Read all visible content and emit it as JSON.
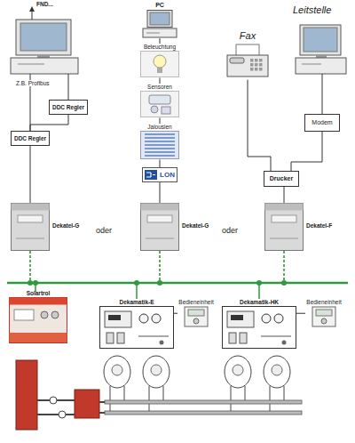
{
  "diagram": {
    "nodes": [
      {
        "text": [
          "DDC Regler"
        ]
      },
      {
        "text": [
          "DDC Regler"
        ]
      },
      {
        "text": [
          "PC"
        ]
      },
      {
        "text": [
          "Beleuchtung"
        ]
      },
      {
        "text": [
          "Sensoren"
        ]
      },
      {
        "text": [
          "Jalousien"
        ]
      },
      {
        "text": [
          "LON"
        ]
      },
      {
        "text": [
          "Fax"
        ]
      },
      {
        "text": [
          "Modem"
        ]
      },
      {
        "text": [
          "Drucker"
        ]
      },
      {
        "text": [
          "Dekatel-G"
        ]
      },
      {
        "text": [
          "Dekatel-G"
        ]
      },
      {
        "text": [
          "Dekatel-F"
        ]
      },
      {
        "text": [
          "Solartrol"
        ]
      },
      {
        "text": [
          "Dekamatik-E"
        ]
      },
      {
        "text": [
          "Bedieneinheit"
        ]
      },
      {
        "text": [
          "Dekamatik-HK"
        ]
      },
      {
        "text": [
          "Bedieneinheit"
        ]
      }
    ],
    "edges": [
      {
        "from": 0,
        "to": 1,
        "arrow": "none"
      },
      {
        "from": 1,
        "to": 10,
        "arrow": "none"
      },
      {
        "from": 2,
        "to": 3,
        "arrow": "none"
      },
      {
        "from": 3,
        "to": 4,
        "arrow": "none"
      },
      {
        "from": 4,
        "to": 5,
        "arrow": "none"
      },
      {
        "from": 5,
        "to": 6,
        "arrow": "none"
      },
      {
        "from": 6,
        "to": 11,
        "arrow": "none"
      },
      {
        "from": 7,
        "to": 9,
        "arrow": "none"
      },
      {
        "from": 8,
        "to": 9,
        "arrow": "none"
      },
      {
        "from": 9,
        "to": 12,
        "arrow": "none"
      },
      {
        "from": 14,
        "to": 15,
        "arrow": "none"
      },
      {
        "from": 16,
        "to": 17,
        "arrow": "none"
      }
    ],
    "labels": [
      "FND...",
      "Z.B. Profibus",
      "Leitstelle",
      "oder",
      "oder"
    ]
  }
}
